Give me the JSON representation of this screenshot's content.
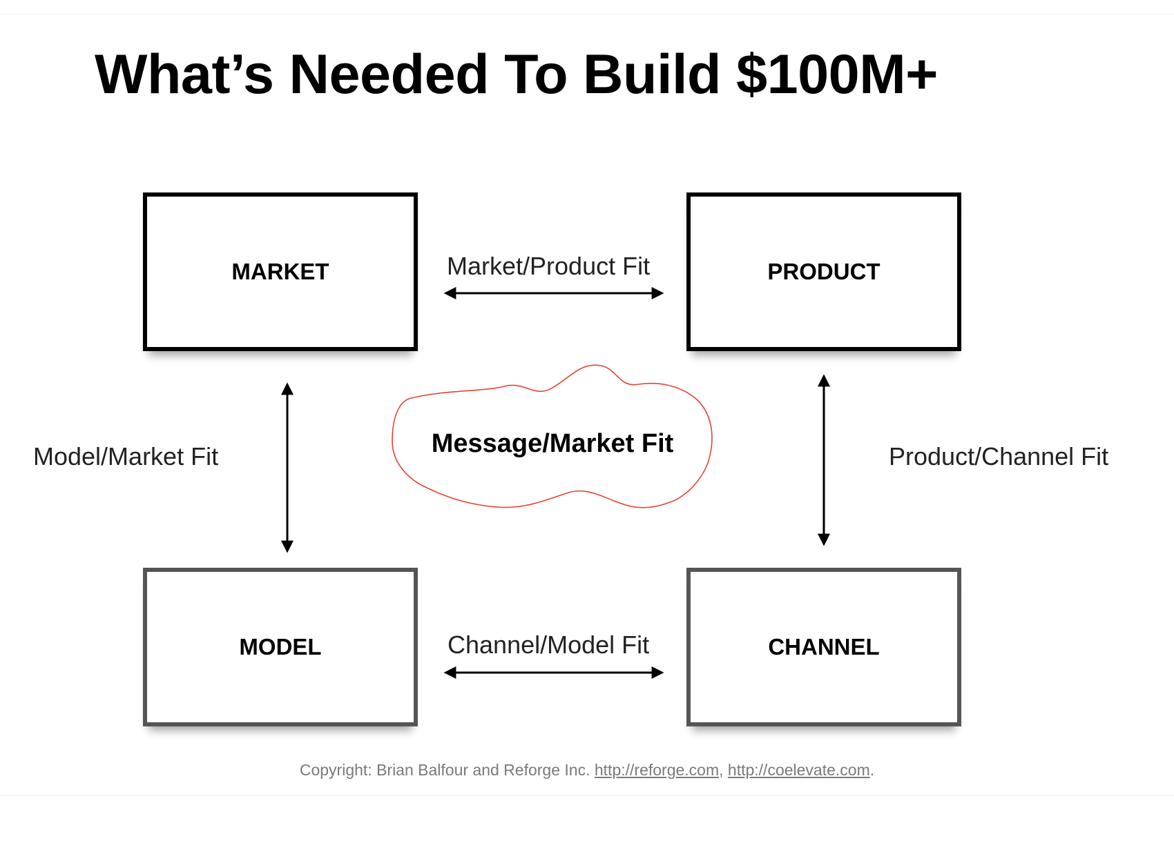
{
  "title": "What’s Needed To Build $100M+",
  "boxes": {
    "market": "MARKET",
    "product": "PRODUCT",
    "model": "MODEL",
    "channel": "CHANNEL"
  },
  "fits": {
    "market_product": "Market/Product Fit",
    "channel_model": "Channel/Model Fit",
    "model_market": "Model/Market Fit",
    "product_channel": "Product/Channel Fit",
    "message_market": "Message/Market Fit"
  },
  "footer": {
    "prefix": "Copyright:  Brian Balfour and Reforge Inc. ",
    "link1": "http://reforge.com",
    "separator": ", ",
    "link2": "http://coelevate.com",
    "suffix": "."
  },
  "colors": {
    "cloud_outline": "#e8412c",
    "arrow": "#000000",
    "footer_text": "#7a7a7a"
  }
}
